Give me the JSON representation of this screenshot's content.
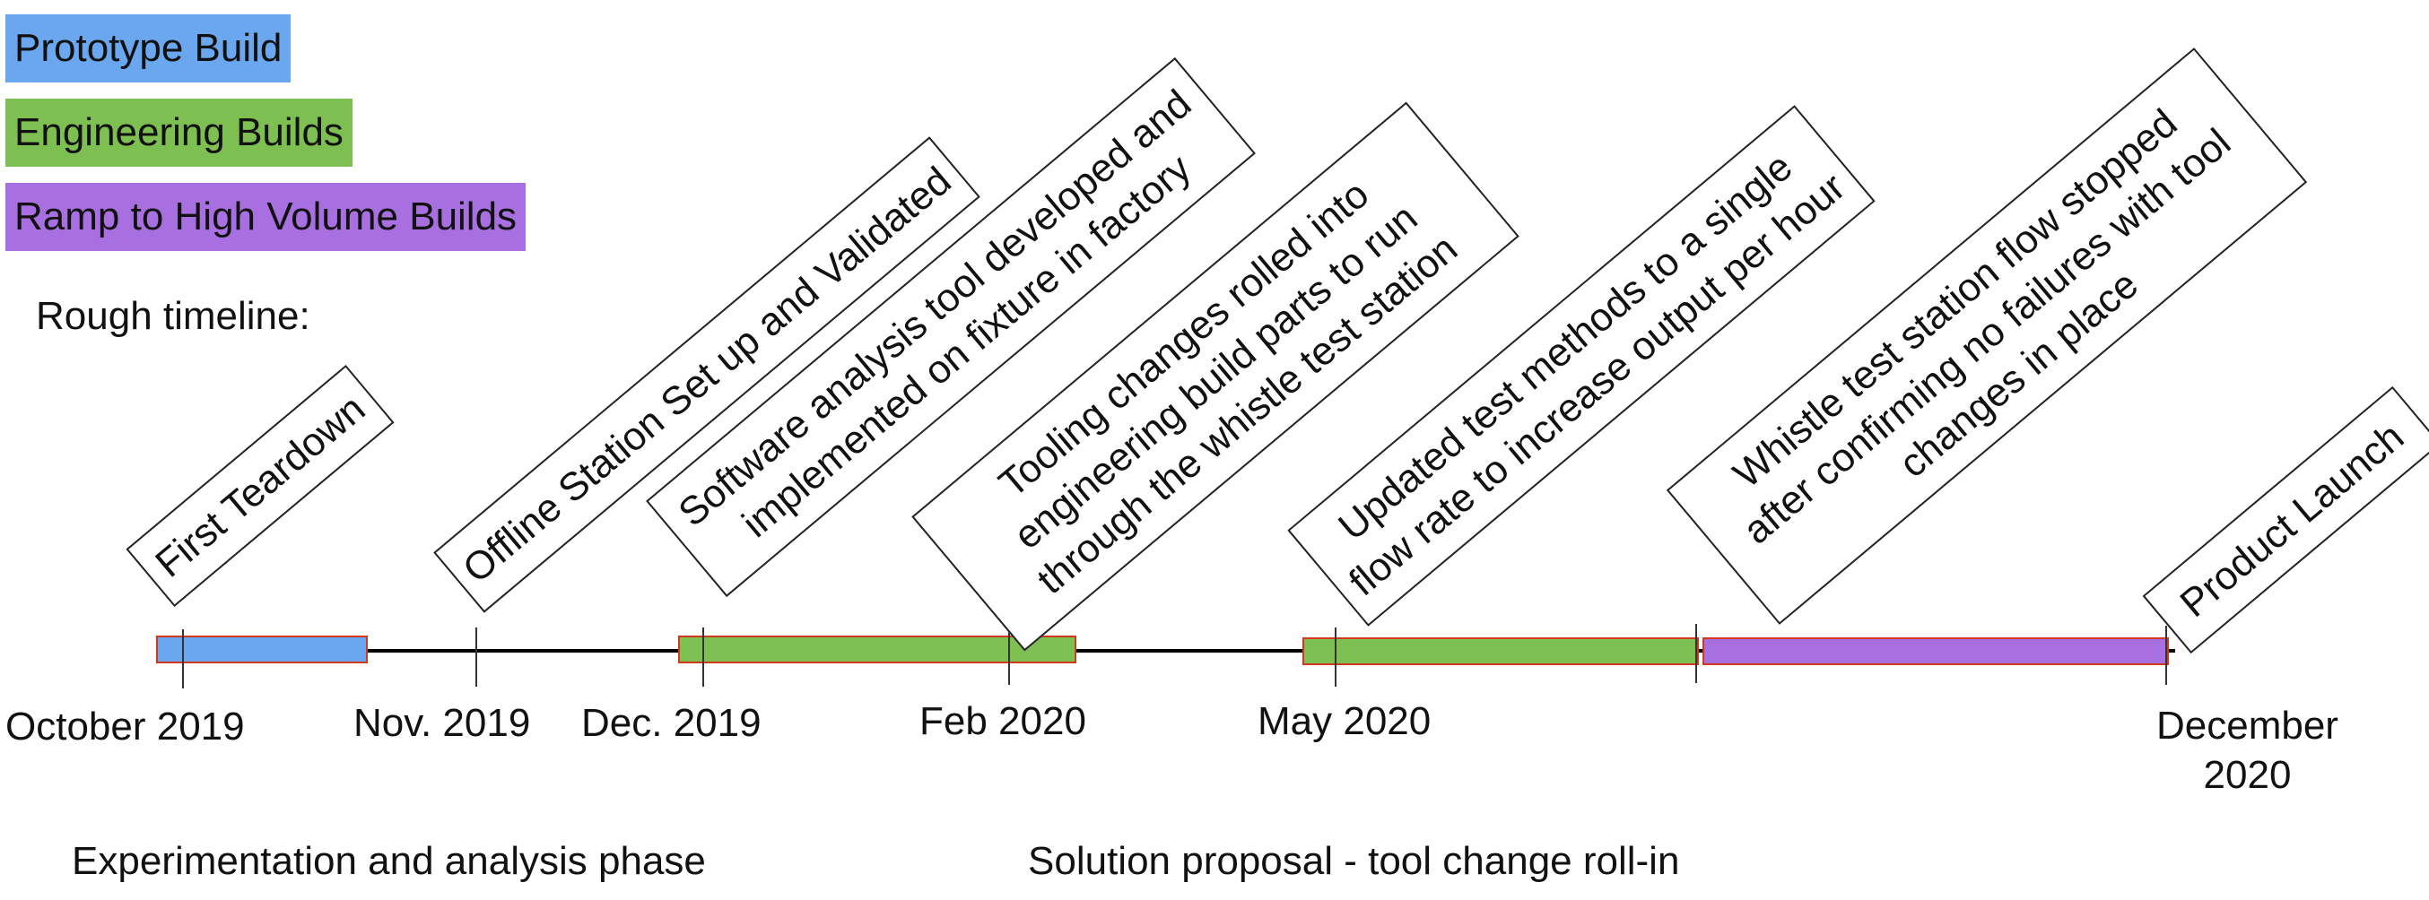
{
  "legend": [
    {
      "label": "Prototype Build",
      "color": "#6aa7ee"
    },
    {
      "label": "Engineering Builds",
      "color": "#7dbf50"
    },
    {
      "label": "Ramp to High Volume Builds",
      "color": "#a86fe0"
    }
  ],
  "rough_timeline_label": "Rough timeline:",
  "milestones": [
    "First Teardown",
    "Offline Station Set up and Validated",
    "Software analysis tool developed and\nimplemented on fixture in factory",
    "Tooling changes rolled into\nengineering build parts to run\nthrough the whistle test station",
    "Updated test methods to a single\nflow rate to increase output per hour",
    "Whistle test station flow stopped\nafter confirming no failures with tool\nchanges in place",
    "Product Launch"
  ],
  "dates": [
    "October 2019",
    "Nov. 2019",
    "Dec. 2019",
    "Feb 2020",
    "May 2020",
    "December\n2020"
  ],
  "phases": [
    "Experimentation and analysis phase",
    "Solution proposal - tool change roll-in"
  ],
  "colors": {
    "bar_border": "#d03a1a",
    "line": "#000000"
  }
}
